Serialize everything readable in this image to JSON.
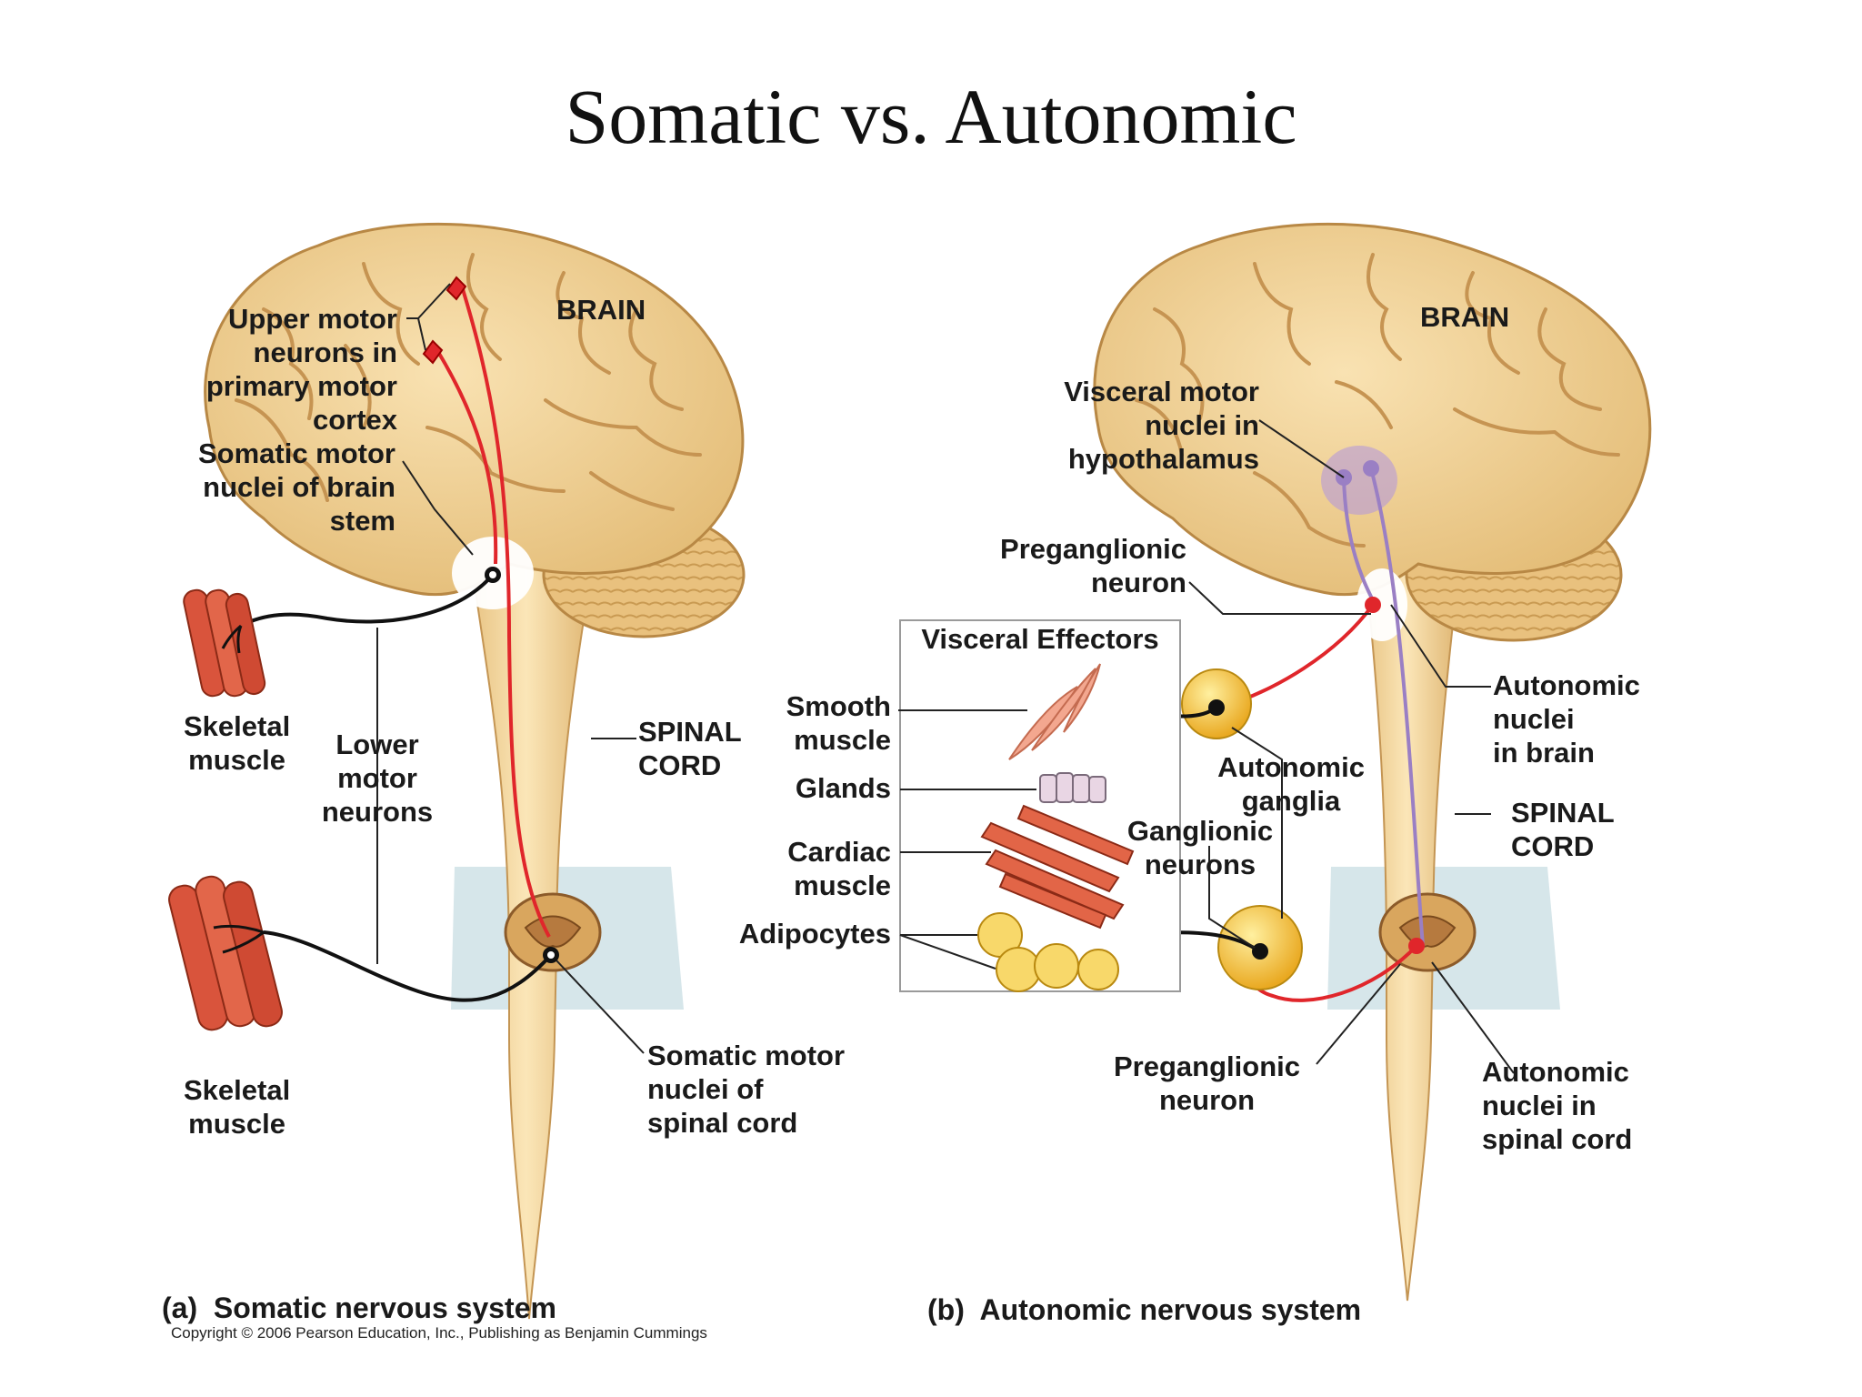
{
  "title": "Somatic vs. Autonomic",
  "somatic": {
    "brain": "BRAIN",
    "upper_motor": "Upper motor\nneurons in\nprimary motor\ncortex",
    "somatic_brainstem": "Somatic motor\nnuclei of brain\nstem",
    "skeletal_muscle_top": "Skeletal\nmuscle",
    "lower_motor": "Lower\nmotor\nneurons",
    "spinal_cord": "SPINAL\nCORD",
    "skeletal_muscle_bottom": "Skeletal\nmuscle",
    "somatic_spinal": "Somatic motor\nnuclei of\nspinal cord",
    "caption": "(a)  Somatic nervous system",
    "copyright": "Copyright © 2006 Pearson Education, Inc., Publishing as Benjamin Cummings"
  },
  "autonomic": {
    "brain": "BRAIN",
    "visceral_motor": "Visceral motor\nnuclei in\nhypothalamus",
    "preganglionic_top": "Preganglionic\nneuron",
    "effectors_title": "Visceral Effectors",
    "smooth_muscle": "Smooth\nmuscle",
    "glands": "Glands",
    "cardiac_muscle": "Cardiac\nmuscle",
    "adipocytes": "Adipocytes",
    "autonomic_ganglia": "Autonomic\nganglia",
    "ganglionic_neurons": "Ganglionic\nneurons",
    "autonomic_brain": "Autonomic\nnuclei\nin brain",
    "spinal_cord": "SPINAL\nCORD",
    "preganglionic_bottom": "Preganglionic\nneuron",
    "autonomic_spinal": "Autonomic\nnuclei in\nspinal cord",
    "caption": "(b)  Autonomic nervous system"
  },
  "colors": {
    "brain": "#f3d49a",
    "brain_shadow": "#d8ad64",
    "cord": "#f6dca6",
    "neuron_red": "#e0262b",
    "neuron_purple": "#9a7fc4",
    "muscle": "#d9543c",
    "ganglion": "#f5c638",
    "plane": "#cfe2e6"
  }
}
